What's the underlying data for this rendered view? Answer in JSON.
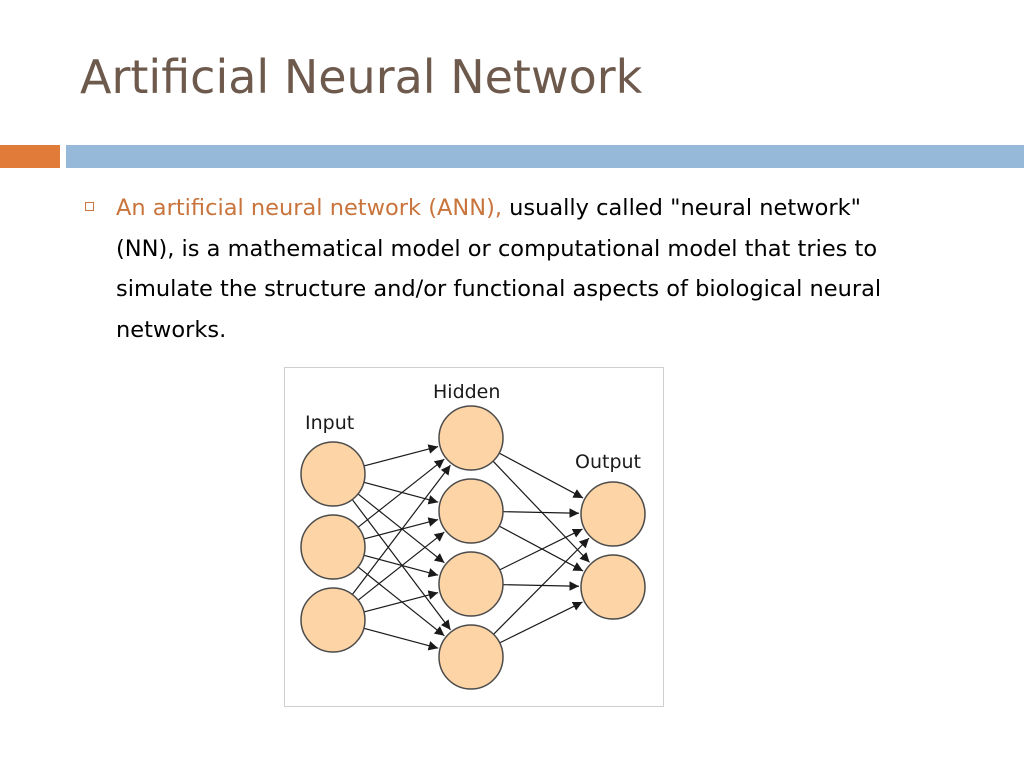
{
  "slide": {
    "title": "Artificial Neural Network",
    "colors": {
      "accent_bar": "#e07b39",
      "main_bar": "#96b9d9",
      "title": "#6e5a4c",
      "highlight": "#c8743c",
      "node_fill": "#fdd4a6"
    },
    "bullet": {
      "highlight": "An artificial neural network (ANN),",
      "rest": " usually called \"neural network\" (NN), is a mathematical model or computational model that tries to simulate the structure and/or functional aspects of biological neural networks."
    },
    "diagram": {
      "labels": {
        "input": "Input",
        "hidden": "Hidden",
        "output": "Output"
      },
      "layers": {
        "input_nodes": 3,
        "hidden_nodes": 4,
        "output_nodes": 2
      },
      "connections": "input-to-hidden fully connected; hidden-to-output fully connected"
    }
  }
}
